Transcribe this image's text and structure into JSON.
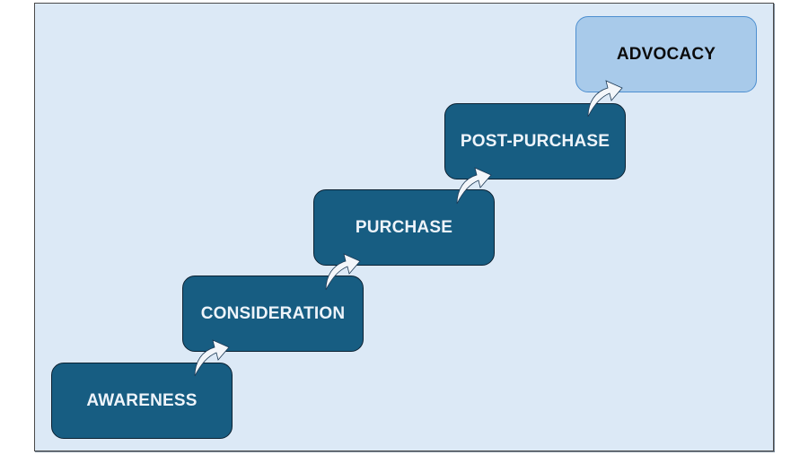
{
  "diagram": {
    "type": "staircase-flow",
    "title": "",
    "stages": [
      {
        "label": "AWARENESS",
        "style": "dark"
      },
      {
        "label": "CONSIDERATION",
        "style": "dark"
      },
      {
        "label": "PURCHASE",
        "style": "dark"
      },
      {
        "label": "POST-PURCHASE",
        "style": "dark"
      },
      {
        "label": "ADVOCACY",
        "style": "light"
      }
    ],
    "connectors": [
      {
        "from": "AWARENESS",
        "to": "CONSIDERATION",
        "icon": "curved-arrow-icon"
      },
      {
        "from": "CONSIDERATION",
        "to": "PURCHASE",
        "icon": "curved-arrow-icon"
      },
      {
        "from": "PURCHASE",
        "to": "POST-PURCHASE",
        "icon": "curved-arrow-icon"
      },
      {
        "from": "POST-PURCHASE",
        "to": "ADVOCACY",
        "icon": "curved-arrow-icon"
      }
    ],
    "colors": {
      "background": "#dce9f6",
      "stage_dark": "#175d82",
      "stage_light": "#a8caea",
      "arrow_fill": "#f3f6fa"
    }
  }
}
